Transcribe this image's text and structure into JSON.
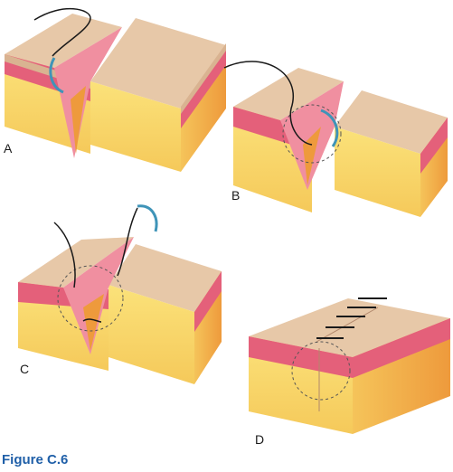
{
  "panels": [
    {
      "label": "A"
    },
    {
      "label": "B"
    },
    {
      "label": "C"
    },
    {
      "label": "D"
    }
  ],
  "caption": "Figure C.6",
  "colors": {
    "epidermis_top": "#e7c8a8",
    "epidermis_side": "#d9b391",
    "dermis": "#e4607a",
    "dermis_light": "#f08fa0",
    "fat": "#f7d66a",
    "fat_side": "#f1a94a",
    "suture": "#1a1a1a",
    "needle": "#3f94b8",
    "caption": "#1f5fa8"
  },
  "icons": [
    "needle-icon",
    "suture-thread-icon"
  ]
}
